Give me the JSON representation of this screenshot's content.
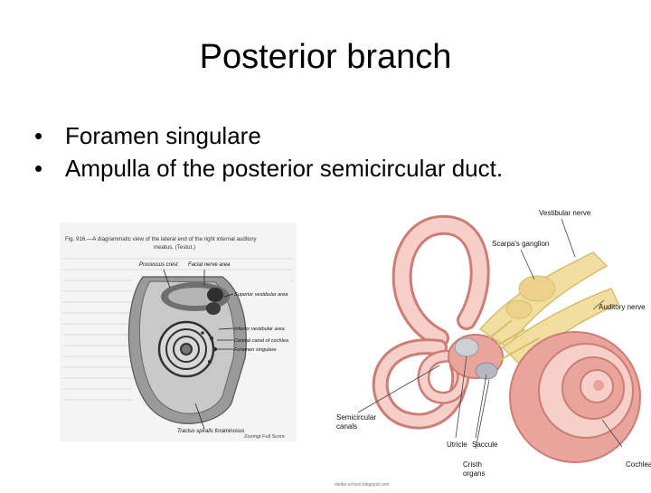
{
  "slide": {
    "title": "Posterior branch",
    "bullets": [
      "Foramen singulare",
      "Ampulla of the posterior semicircular duct."
    ],
    "bullet_glyph": "•"
  },
  "figure_left": {
    "caption_line1": "Fig. 916.—A diagrammatic view of the lateral end of the right internal auditory",
    "caption_line2": "meatus. (Testut.)",
    "labels": {
      "processus_crest": "Processus crest",
      "facial_nerve_area": "Facial nerve area",
      "superior_vestibular_area": "Superior vestibular area",
      "inferior_vestibular_area": "Inferior vestibular area",
      "central_canal": "Central canal of cochlea",
      "foramen_singulare": "Foramen singulare",
      "tractus": "Tractus spiralis foraminosus"
    },
    "credit": "Zoomgt Full Score"
  },
  "figure_right": {
    "labels": {
      "vestibular_nerve": "Vestibular nerve",
      "scarpas_ganglion": "Scarpa's ganglion",
      "auditory_nerve": "Auditory nerve",
      "semicircular_canals_1": "Semicircular",
      "semicircular_canals_2": "canals",
      "utricle": "Utricle",
      "saccule": "Saccule",
      "cristh_1": "Cristh",
      "cristh_2": "organs",
      "cochlea": "Cochlea"
    },
    "credit": "stellar-school.blogspot.com"
  },
  "colors": {
    "pink_light": "#f6cfc8",
    "pink_mid": "#e9a59c",
    "pink_dark": "#cc7d75",
    "nerve": "#f2dfa0",
    "nerve_dark": "#d8bd6c",
    "gray_drawing": "#8a8a8a"
  }
}
